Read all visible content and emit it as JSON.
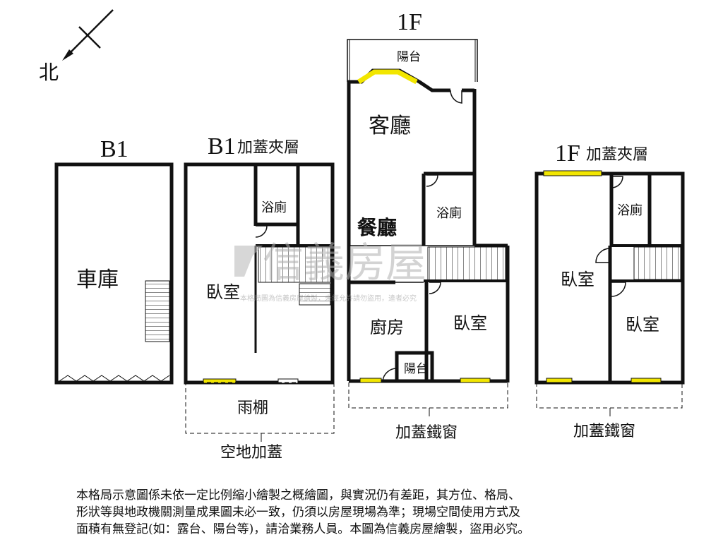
{
  "compass": {
    "north_label": "北"
  },
  "floors": {
    "b1": {
      "title": "B1",
      "rooms": {
        "garage": "車庫"
      }
    },
    "b1_mezzanine": {
      "title": "B1",
      "subtitle": "加蓋夾層",
      "rooms": {
        "bath": "浴廁",
        "bedroom": "臥室",
        "canopy": "雨棚"
      },
      "outside": "空地加蓋"
    },
    "f1": {
      "title": "1F",
      "rooms": {
        "balcony_top": "陽台",
        "living": "客廳",
        "dining": "餐廳",
        "bath": "浴廁",
        "kitchen": "廚房",
        "bedroom": "臥室",
        "balcony_small": "陽台"
      },
      "outside": "加蓋鐵窗"
    },
    "f1_mezzanine": {
      "title": "1F",
      "subtitle": "加蓋夾層",
      "rooms": {
        "bath": "浴廁",
        "bedroom_left": "臥室",
        "bedroom_right": "臥室"
      },
      "outside": "加蓋鐵窗"
    }
  },
  "watermark": {
    "brand": "信義房屋",
    "notice": "本格局圖為信義房屋繪製，未經允許請勿盜用，違者必究"
  },
  "disclaimer": [
    "本格局示意圖係未依一定比例縮小繪製之概繪圖，與實況仍有差距，其方位、格局、",
    "形狀等與地政機關測量成果圖未必一致，仍須以房屋現場為準；現場空間使用方式及",
    "面積有無登記(如：露台、陽台等)，請洽業務人員。本圖為信義房屋繪製，盜用必究。"
  ],
  "colors": {
    "wall": "#111111",
    "window": "#f2e600",
    "watermark": "#b8b8b8"
  }
}
